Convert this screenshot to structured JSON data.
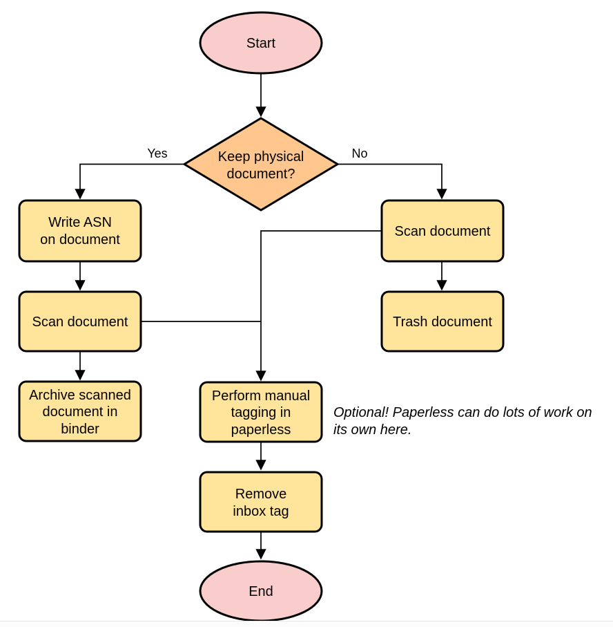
{
  "colors": {
    "terminator_fill": "#F8CDCB",
    "decision_fill": "#FFC78E",
    "process_fill": "#FFE49C",
    "shape_stroke": "#000000",
    "edge_stroke": "#000000",
    "background": "#FFFFFF",
    "bottom_rule": "#E6E6E6"
  },
  "nodes": {
    "start": {
      "label": "Start"
    },
    "decision": {
      "line1": "Keep physical",
      "line2": "document?"
    },
    "write_asn": {
      "line1": "Write ASN",
      "line2": "on document"
    },
    "scan_left": {
      "label": "Scan document"
    },
    "archive": {
      "line1": "Archive scanned",
      "line2": "document in",
      "line3": "binder"
    },
    "scan_right": {
      "label": "Scan document"
    },
    "trash": {
      "label": "Trash document"
    },
    "tagging": {
      "line1": "Perform manual",
      "line2": "tagging in",
      "line3": "paperless"
    },
    "remove_inbox": {
      "line1": "Remove",
      "line2": "inbox tag"
    },
    "end": {
      "label": "End"
    }
  },
  "edge_labels": {
    "yes": "Yes",
    "no": "No"
  },
  "annotation": {
    "line1": "Optional! Paperless can do lots of work on",
    "line2": "its own here."
  }
}
